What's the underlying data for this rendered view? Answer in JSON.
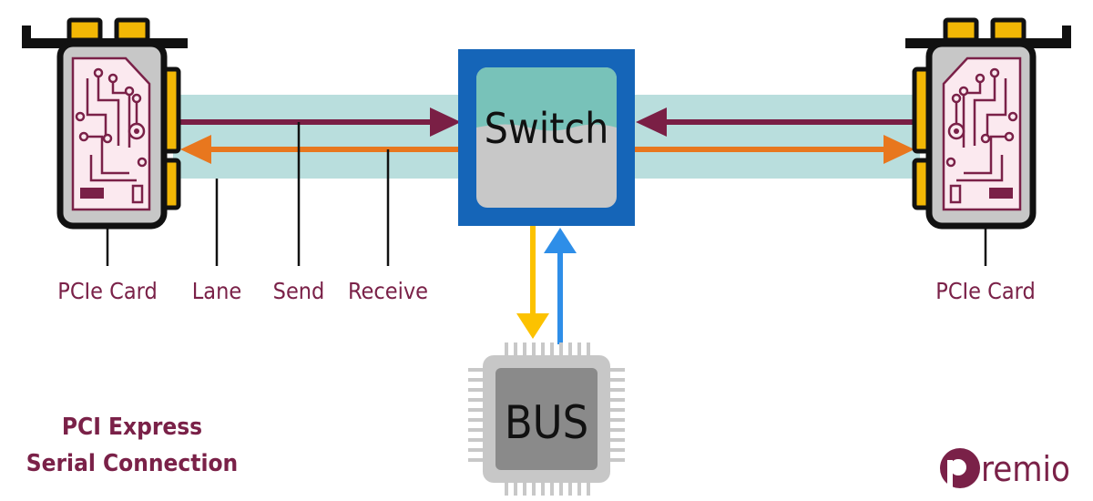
{
  "labels": {
    "pcie_card_left": "PCIe Card",
    "lane": "Lane",
    "send": "Send",
    "receive": "Receive",
    "pcie_card_right": "PCIe Card",
    "switch": "Switch",
    "bus": "BUS",
    "caption_line1": "PCI Express",
    "caption_line2": "Serial Connection",
    "logo": "premio"
  },
  "colors": {
    "maroon": "#7a2148",
    "send_arrow": "#7a1f45",
    "receive_arrow": "#e8771e",
    "lane_band": "#b9dedd",
    "switch_outer": "#1565b8",
    "switch_top": "#78c2b9",
    "switch_bottom": "#c8c8c8",
    "bus_down_arrow": "#fcc200",
    "bus_up_arrow": "#2e8ee8",
    "card_gold": "#f2b705",
    "chip_body": "#c7c7c7",
    "chip_core": "#8a8a8a"
  }
}
